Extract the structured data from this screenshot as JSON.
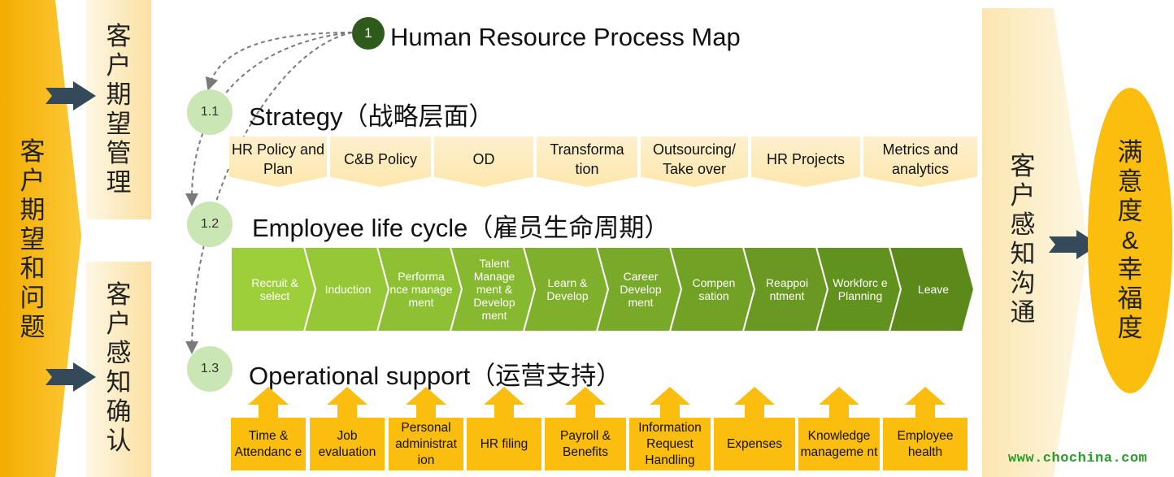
{
  "left_banner": "客户期望和问题",
  "expect_mgmt": "客户期望管理",
  "perception_confirm": "客户感知确认",
  "right_banner": "客户感知沟通",
  "satisfaction": "满意度&幸福度",
  "main_number": "1",
  "main_title": "Human Resource Process Map",
  "sections": [
    {
      "number": "1.1",
      "title": "Strategy（战略层面）"
    },
    {
      "number": "1.2",
      "title": "Employee life cycle（雇员生命周期）"
    },
    {
      "number": "1.3",
      "title": "Operational support（运营支持）"
    }
  ],
  "strategy_items": [
    "HR Policy and Plan",
    "C&B Policy",
    "OD",
    "Transforma tion",
    "Outsourcing/ Take over",
    "HR Projects",
    "Metrics and analytics"
  ],
  "lifecycle_items": [
    "Recruit & select",
    "Induction",
    "Performa nce manage ment",
    "Talent Manage ment & Develop ment",
    "Learn & Develop",
    "Career Develop ment",
    "Compen sation",
    "Reappoi ntment",
    "Workforc e Planning",
    "Leave"
  ],
  "support_items": [
    "Time & Attendanc e",
    "Job evaluation",
    "Personal administrat ion",
    "HR filing",
    "Payroll & Benefits",
    "Information Request Handling",
    "Expenses",
    "Knowledge manageme nt",
    "Employee health"
  ],
  "watermark": "www.chochina.com",
  "colors": {
    "orange": "#fbbd0e",
    "cream": "#fdf0cd",
    "green_light": "#9ccf3a",
    "green_dark": "#5b8a1b",
    "dark_arrow": "#34495a",
    "circle_green": "#c9e6b4",
    "main_circle": "#2e5a1c"
  }
}
